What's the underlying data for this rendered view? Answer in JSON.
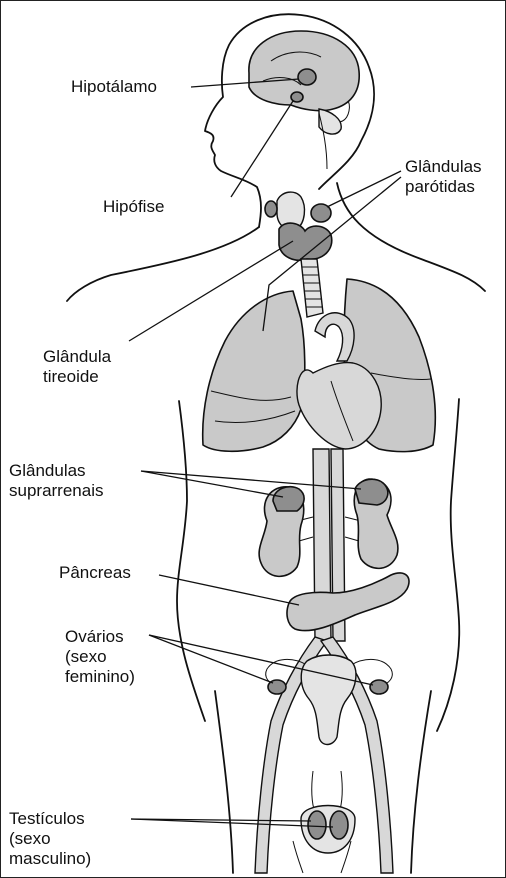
{
  "labels": {
    "hipotalamo": "Hipotálamo",
    "hipofise": "Hipófise",
    "parotidas_1": "Glândulas",
    "parotidas_2": "parótidas",
    "tireoide_1": "Glândula",
    "tireoide_2": "tireoide",
    "suprarrenais_1": "Glândulas",
    "suprarrenais_2": "suprarrenais",
    "pancreas": "Pâncreas",
    "ovarios_1": "Ovários",
    "ovarios_2": "(sexo",
    "ovarios_3": "feminino)",
    "testiculos_1": "Testículos",
    "testiculos_2": "(sexo",
    "testiculos_3": "masculino)"
  },
  "colors": {
    "organ_fill": "#c9c9c9",
    "gland_fill": "#8e8e8e",
    "outline": "#111111",
    "background": "#ffffff"
  }
}
